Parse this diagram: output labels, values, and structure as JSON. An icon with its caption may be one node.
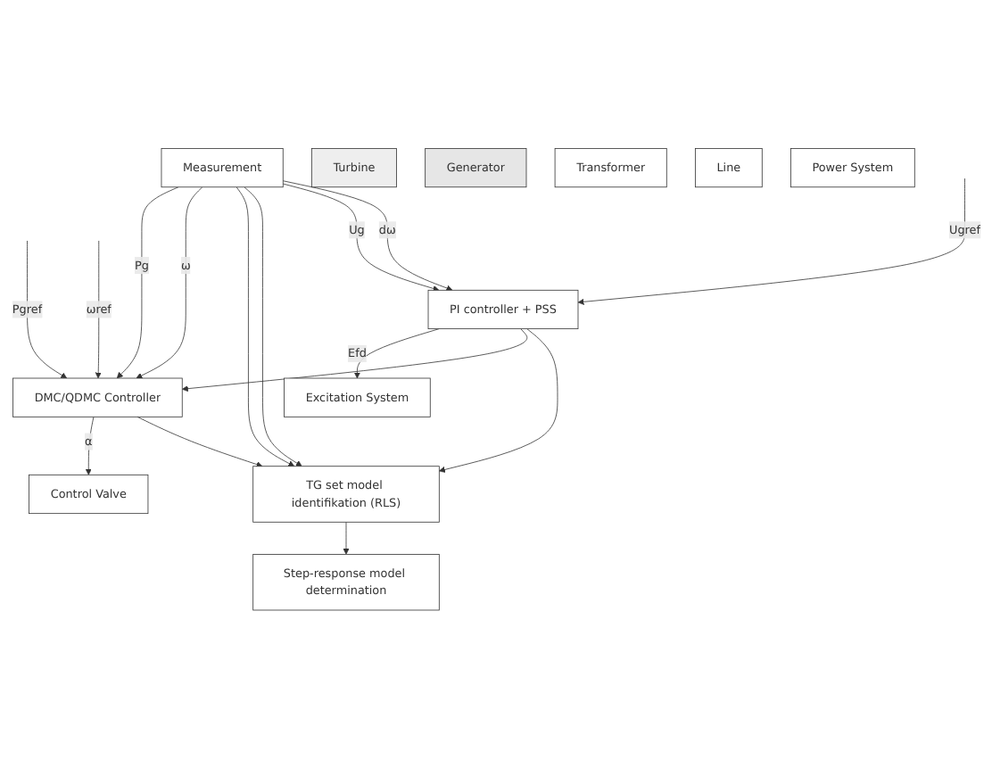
{
  "diagram": {
    "nodes": [
      {
        "text": [
          "TG set model identifikation (RLS)"
        ]
      },
      {
        "text": [
          "Step-response model determination"
        ]
      },
      {
        "text": [
          "DMC/QDMC Controller"
        ]
      },
      {
        "text": [
          "Measurement"
        ]
      },
      {
        "text": [
          "Control Valve"
        ]
      },
      {
        "text": [
          "Turbine"
        ]
      },
      {
        "text": [
          "Generator"
        ]
      },
      {
        "text": [
          "Transformer"
        ]
      },
      {
        "text": [
          "Line"
        ]
      },
      {
        "text": [
          "Power System"
        ]
      },
      {
        "text": [
          "Excitation System"
        ]
      },
      {
        "text": [
          "PI controller + PSS"
        ]
      }
    ],
    "edges": [
      {
        "from": 0,
        "to": 1,
        "arrow": "to"
      },
      {
        "from": null,
        "to": 2,
        "arrow": "to",
        "label": "Pgref"
      },
      {
        "from": null,
        "to": 2,
        "arrow": "to",
        "label": "ωref"
      },
      {
        "from": 3,
        "to": 2,
        "arrow": "to",
        "label": "Pg"
      },
      {
        "from": 3,
        "to": 2,
        "arrow": "to",
        "label": "ω"
      },
      {
        "from": 3,
        "to": 0,
        "arrow": "to"
      },
      {
        "from": 3,
        "to": 0,
        "arrow": "to"
      },
      {
        "from": 2,
        "to": 4,
        "arrow": "to",
        "label": "α"
      },
      {
        "from": 2,
        "to": 0,
        "arrow": "to"
      },
      {
        "from": 11,
        "to": 10,
        "arrow": "to",
        "label": "Efd"
      },
      {
        "from": 11,
        "to": 2,
        "arrow": "to"
      },
      {
        "from": 11,
        "to": 0,
        "arrow": "to"
      },
      {
        "from": 3,
        "to": 11,
        "arrow": "to",
        "label": "Ug"
      },
      {
        "from": 3,
        "to": 11,
        "arrow": "to",
        "label": "dω"
      },
      {
        "from": null,
        "to": 11,
        "arrow": "to",
        "label": "Ugref"
      }
    ]
  }
}
